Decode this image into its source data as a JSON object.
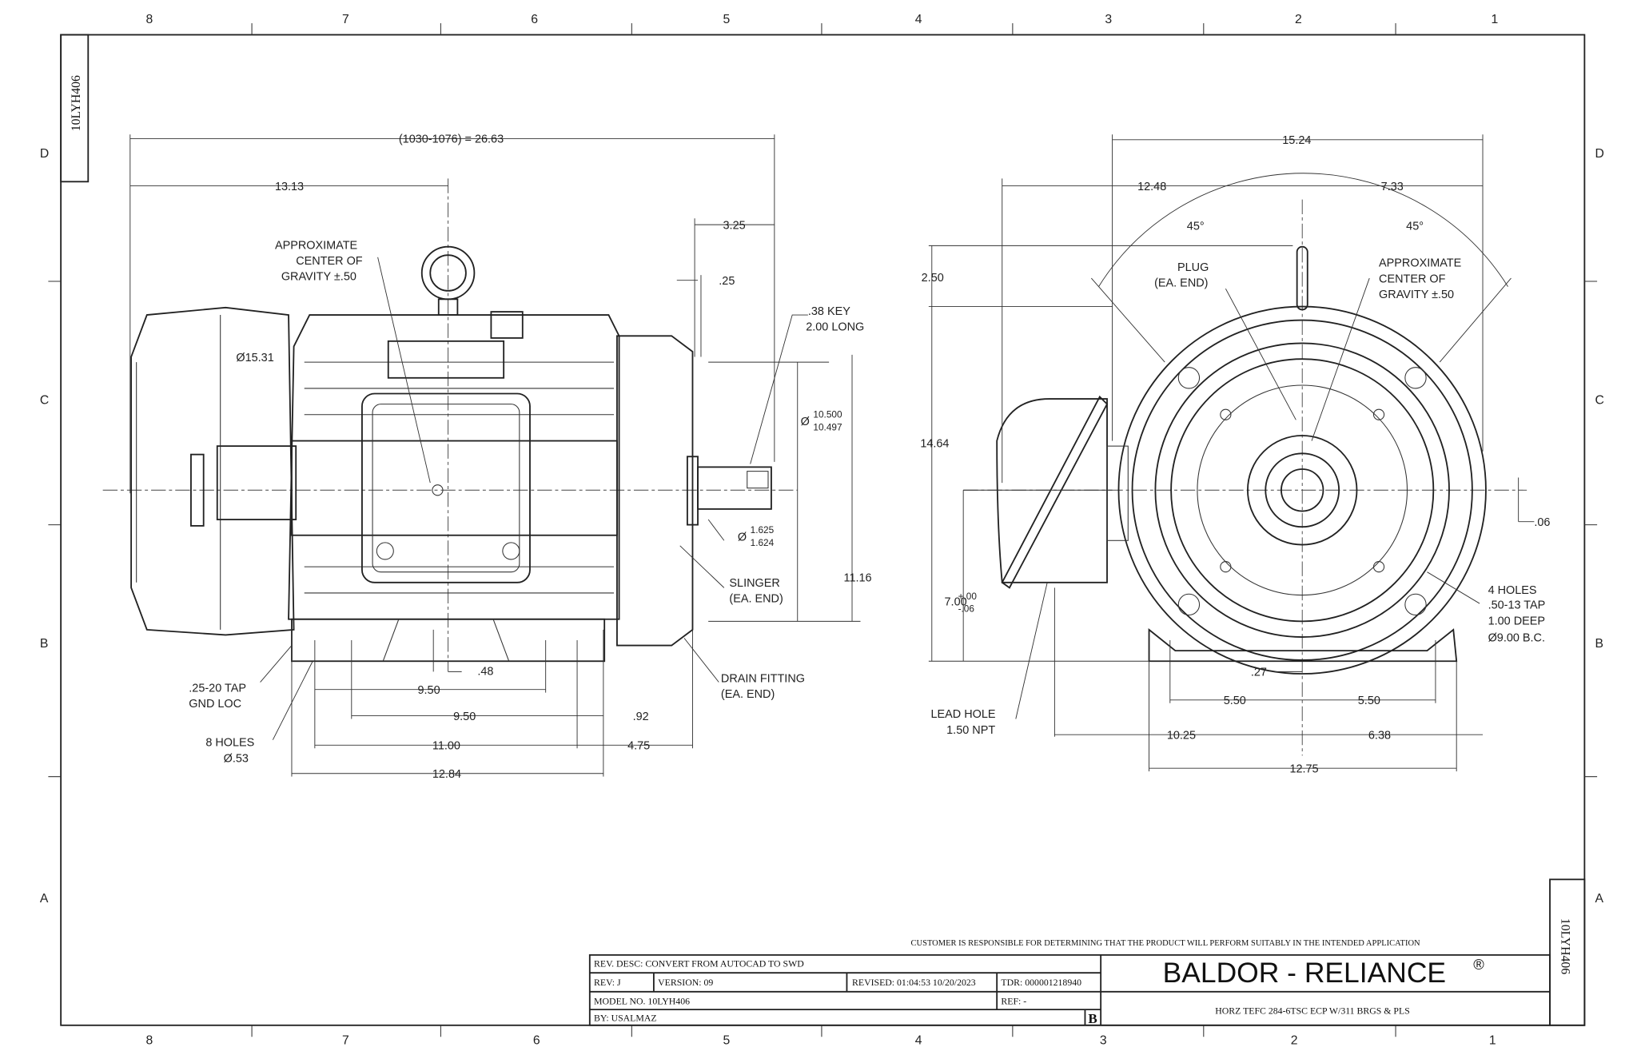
{
  "drawing_number": "10LYH406",
  "border": {
    "columns": [
      "8",
      "7",
      "6",
      "5",
      "4",
      "3",
      "2",
      "1"
    ],
    "rows": [
      "D",
      "C",
      "B",
      "A"
    ]
  },
  "side_view": {
    "labels": [
      "(1030-1076) = 26.63",
      "13.13",
      "3.25",
      ".25",
      "APPROXIMATE",
      "CENTER OF",
      "GRAVITY ±.50",
      "Ø15.31",
      ".38 KEY",
      "2.00 LONG",
      "Ø",
      "10.500",
      "10.497",
      "Ø",
      "1.625",
      "1.624",
      "SLINGER",
      "(EA. END)",
      "11.16",
      "DRAIN FITTING",
      "(EA. END)",
      ".48",
      "9.50",
      "9.50",
      ".92",
      "11.00",
      "4.75",
      "12.84",
      ".25-20 TAP",
      "GND LOC",
      "8 HOLES",
      "Ø.53"
    ]
  },
  "end_view": {
    "labels": [
      "15.24",
      "12.48",
      "7.33",
      "45°",
      "45°",
      "PLUG",
      "(EA. END)",
      "APPROXIMATE",
      "CENTER OF",
      "GRAVITY ±.50",
      "2.50",
      "14.64",
      ".06",
      "7.00",
      "+.00",
      "-.06",
      "4 HOLES",
      ".50-13 TAP",
      "1.00 DEEP",
      "Ø9.00 B.C.",
      ".27",
      "5.50",
      "5.50",
      "LEAD HOLE",
      "1.50 NPT",
      "10.25",
      "6.38",
      "12.75"
    ]
  },
  "title_block": {
    "disclaimer": "CUSTOMER IS RESPONSIBLE FOR DETERMINING THAT THE PRODUCT WILL PERFORM SUITABLY IN THE INTENDED APPLICATION",
    "rev_desc": "REV. DESC: CONVERT FROM AUTOCAD TO SWD",
    "rev": "REV:  J",
    "version": "VERSION:  09",
    "revised": "REVISED:  01:04:53 10/20/2023",
    "tdr": "TDR: 000001218940",
    "model_no": "MODEL NO.  10LYH406",
    "ref": "REF:  -",
    "by": "BY: USALMAZ",
    "size": "B",
    "brand": "BALDOR - RELIANCE",
    "registered": "®",
    "description": "HORZ TEFC 284-6TSC ECP W/311 BRGS & PLS"
  }
}
